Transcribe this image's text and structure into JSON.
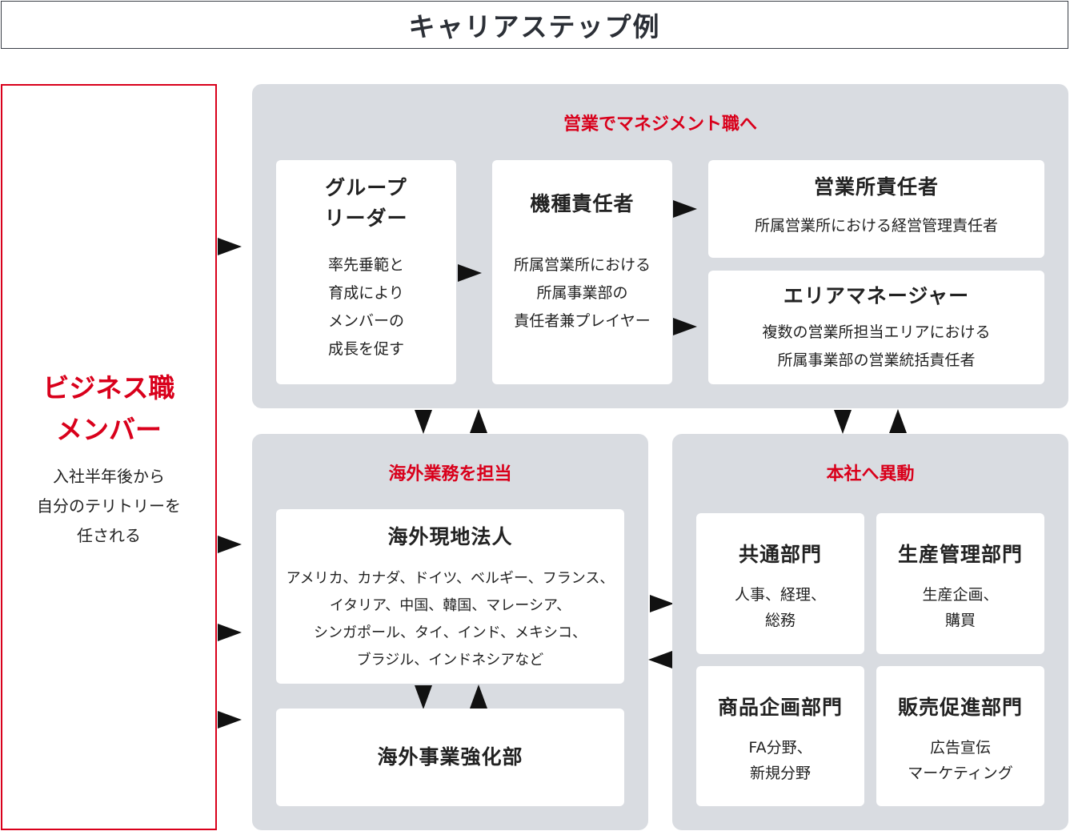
{
  "header": {
    "title": "キャリアステップ例"
  },
  "business": {
    "title": "ビジネス職\nメンバー",
    "desc": "入社半年後から\n自分のテリトリーを\n任される"
  },
  "management": {
    "title": "営業でマネジメント職へ",
    "group_leader": {
      "title": "グループ\nリーダー",
      "desc": "率先垂範と\n育成により\nメンバーの\n成長を促す"
    },
    "model_manager": {
      "title": "機種責任者",
      "desc": "所属営業所における\n所属事業部の\n責任者兼プレイヤー"
    },
    "office_manager": {
      "title": "営業所責任者",
      "desc": "所属営業所における経営管理責任者"
    },
    "area_manager": {
      "title": "エリアマネージャー",
      "desc": "複数の営業所担当エリアにおける\n所属事業部の営業統括責任者"
    }
  },
  "overseas": {
    "title": "海外業務を担当",
    "subsidiary": {
      "title": "海外現地法人",
      "desc": "アメリカ、カナダ、ドイツ、ベルギー、フランス、\nイタリア、中国、韓国、マレーシア、\nシンガポール、タイ、インド、メキシコ、\nブラジル、インドネシアなど"
    },
    "strengthening": {
      "title": "海外事業強化部"
    }
  },
  "headquarters": {
    "title": "本社へ異動",
    "common": {
      "title": "共通部門",
      "desc": "人事、経理、\n総務"
    },
    "production": {
      "title": "生産管理部門",
      "desc": "生産企画、\n購買"
    },
    "product_planning": {
      "title": "商品企画部門",
      "desc": "FA分野、\n新規分野"
    },
    "sales_promotion": {
      "title": "販売促進部門",
      "desc": "広告宣伝\nマーケティング"
    }
  },
  "colors": {
    "accent": "#d9001b",
    "panel": "#d9dce1",
    "dark": "#111111"
  }
}
